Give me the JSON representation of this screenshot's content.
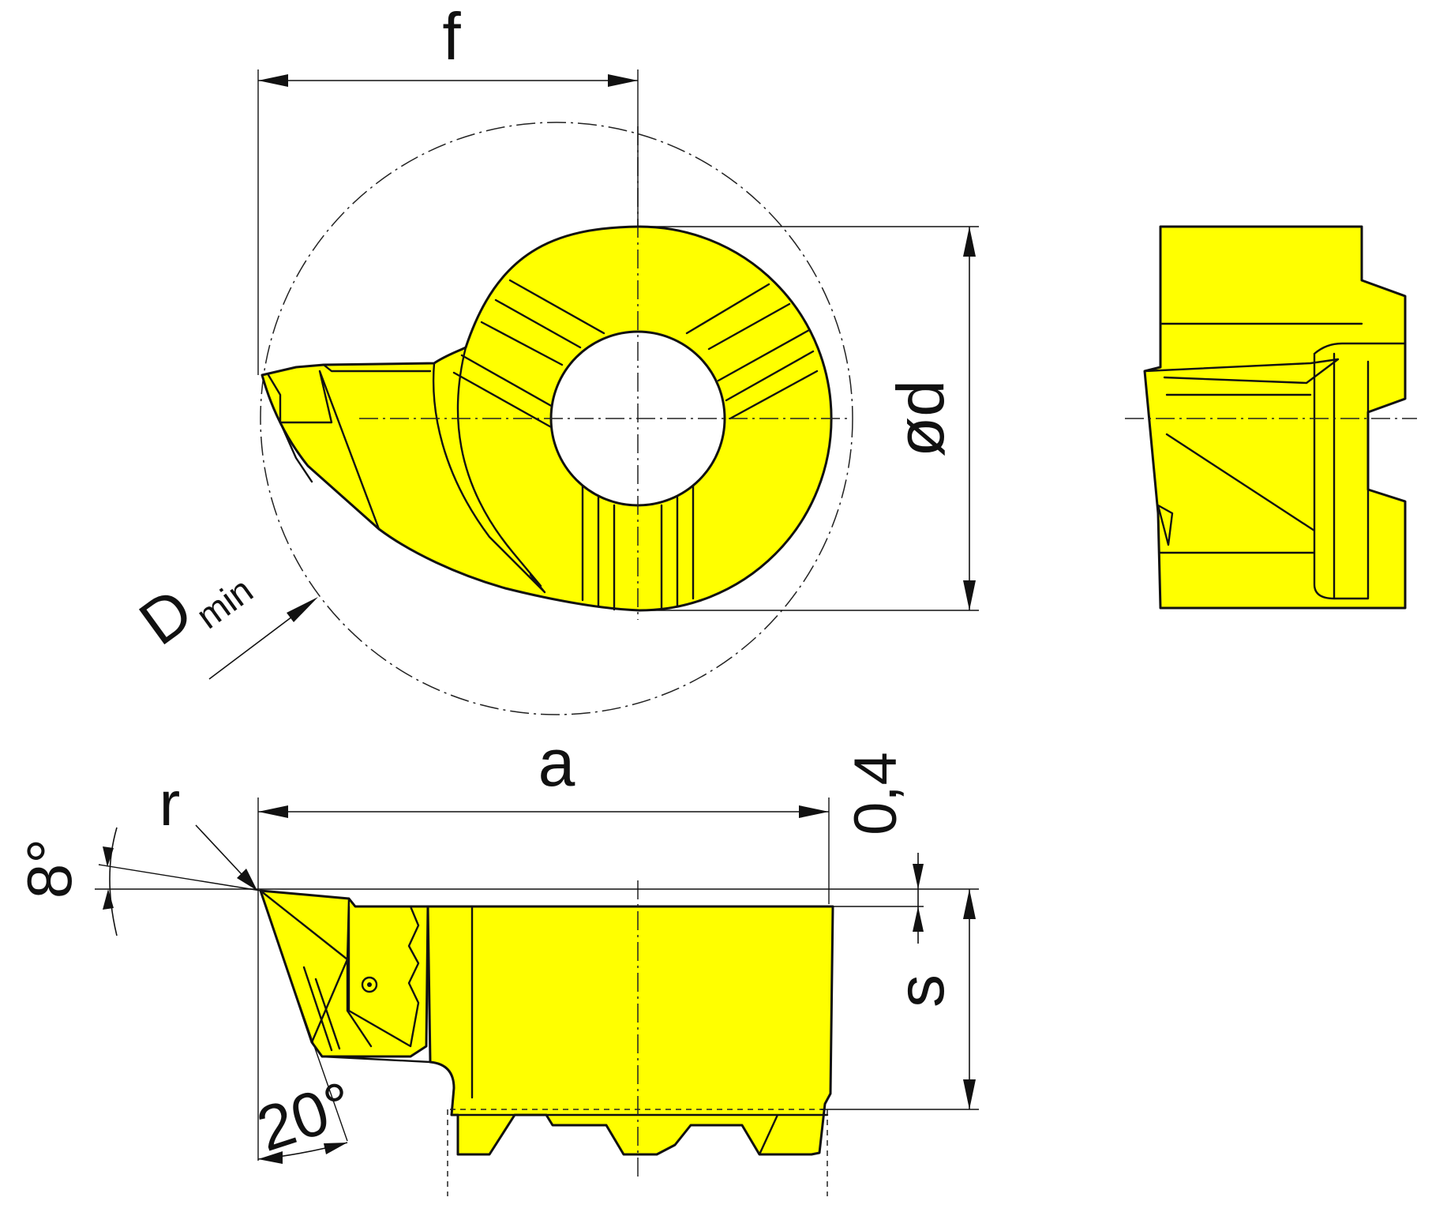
{
  "colors": {
    "part_fill": "#ffff00",
    "outline": "#111111",
    "background": "#ffffff"
  },
  "labels": {
    "f": "f",
    "d": "ød",
    "dmin_main": "D",
    "dmin_sub": "min",
    "a": "a",
    "r": "r",
    "angle_8": "8°",
    "thickness_0_4": "0,4",
    "s": "s",
    "angle_20": "20°"
  }
}
